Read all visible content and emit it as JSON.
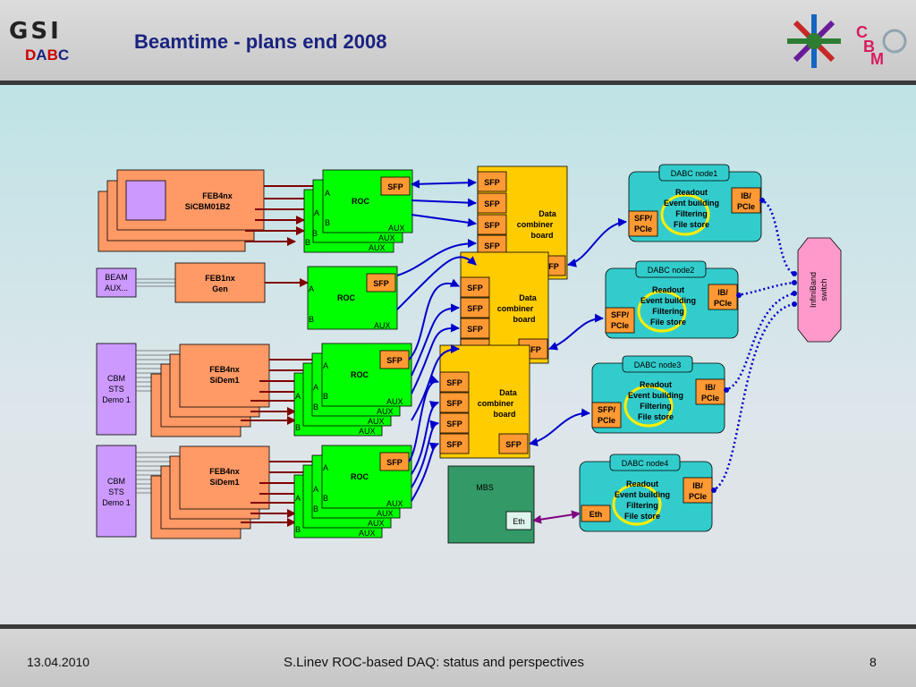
{
  "header": {
    "title": "Beamtime - plans end 2008",
    "logo_gsi": "GSI",
    "logo_dabc": [
      "D",
      "A",
      "B",
      "C"
    ],
    "logo_cbm": [
      "C",
      "B",
      "M"
    ]
  },
  "footer": {
    "date": "13.04.2010",
    "center": "S.Linev  ROC-based DAQ: status and perspectives",
    "page": "8"
  },
  "diagram": {
    "feb_sic": [
      "FEB4nx",
      "SiCBM01B2"
    ],
    "beam_aux": [
      "BEAM",
      "AUX..."
    ],
    "feb1nx": [
      "FEB1nx",
      "Gen"
    ],
    "cbm_sts": [
      "CBM",
      "STS",
      "Demo 1"
    ],
    "feb_sidem": [
      "FEB4nx",
      "SiDem1"
    ],
    "roc": "ROC",
    "sfp": "SFP",
    "port_a": "A",
    "port_b": "B",
    "aux": "AUX",
    "dcb": [
      "Data",
      "combiner",
      "board"
    ],
    "mbs": "MBS",
    "eth": "Eth",
    "node_lines": [
      "Readout",
      "Event building",
      "Filtering",
      "File store"
    ],
    "nodes": [
      "DABC node1",
      "DABC node2",
      "DABC node3",
      "DABC node4"
    ],
    "ib_pcie": [
      "IB/",
      "PCIe"
    ],
    "sfp_pcie": [
      "SFP/",
      "PCIe"
    ],
    "infiniband": [
      "InfiniBand",
      "switch"
    ]
  },
  "colors": {
    "feb": "#ff9966",
    "roc": "#00ff00",
    "sfp": "#ff9933",
    "dcb": "#ffcc00",
    "node": "#33cccc",
    "purple": "#cc99ff",
    "mbs": "#339966",
    "switch": "#ff99cc",
    "arrow_red": "#800000",
    "link_blue": "#0000cc",
    "eth_link": "#800080",
    "title": "#1a237e"
  }
}
